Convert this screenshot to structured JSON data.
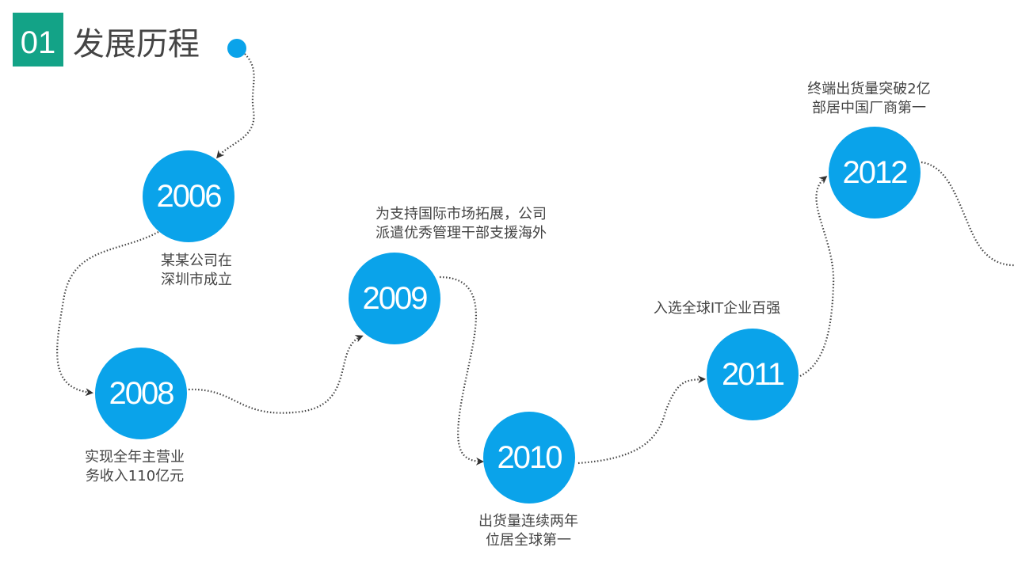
{
  "header": {
    "number": "01",
    "title": "发展历程"
  },
  "colors": {
    "accent": "#0aa3ea",
    "header_box": "#13a387"
  },
  "milestones": [
    {
      "year": "2006",
      "line1": "某某公司在",
      "line2": "深圳市成立"
    },
    {
      "year": "2008",
      "line1": "实现全年主营业",
      "line2": "务收入110亿元"
    },
    {
      "year": "2009",
      "line1": "为支持国际市场拓展，公司",
      "line2": "派遣优秀管理干部支援海外"
    },
    {
      "year": "2010",
      "line1": "出货量连续两年",
      "line2": "位居全球第一"
    },
    {
      "year": "2011",
      "line1": "入选全球IT企业百强",
      "line2": ""
    },
    {
      "year": "2012",
      "line1": "终端出货量突破2亿",
      "line2": "部居中国厂商第一"
    }
  ]
}
